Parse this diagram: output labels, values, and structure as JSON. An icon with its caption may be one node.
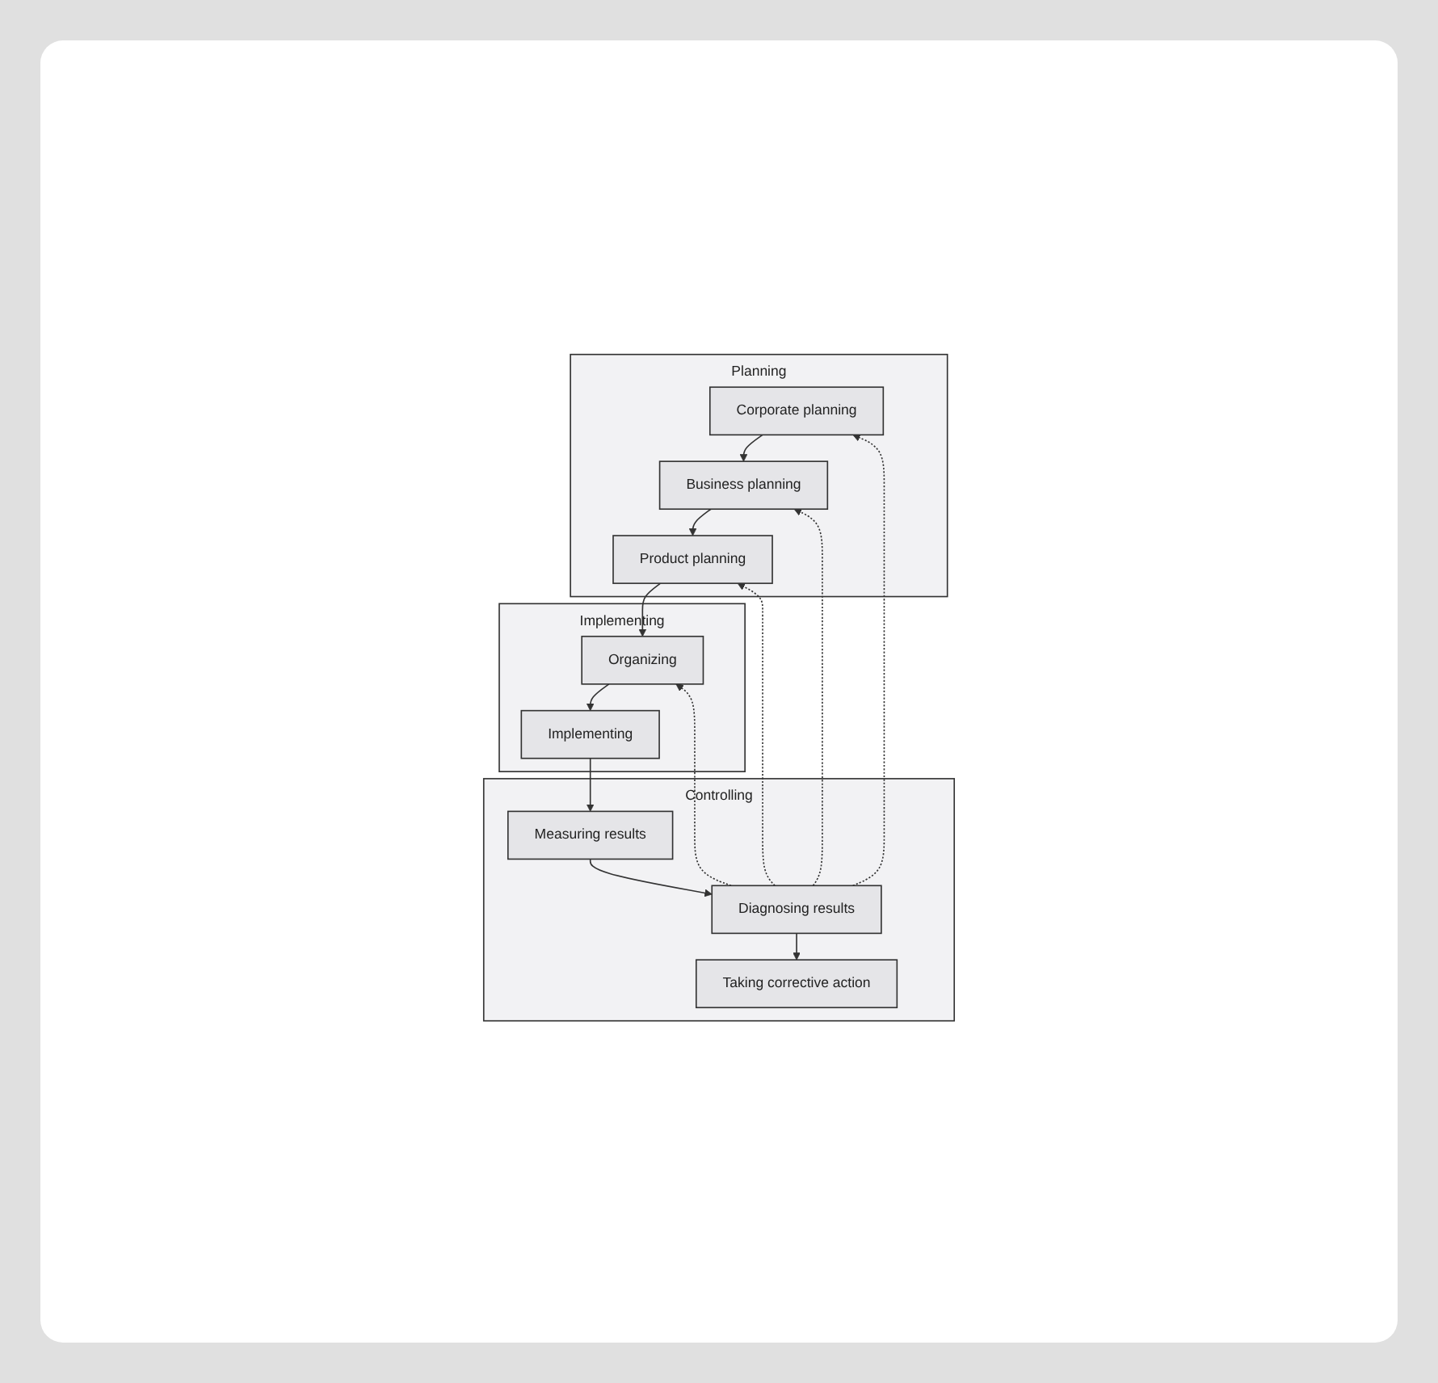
{
  "diagram": {
    "nodes": [
      {
        "text": [
          "Planning"
        ]
      },
      {
        "text": [
          "Corporate planning"
        ],
        "in": 0
      },
      {
        "text": [
          "Business planning"
        ],
        "in": 0
      },
      {
        "text": [
          "Product planning"
        ],
        "in": 0
      },
      {
        "text": [
          "Implementing"
        ]
      },
      {
        "text": [
          "Organizing"
        ],
        "in": 4
      },
      {
        "text": [
          "Implementing"
        ],
        "in": 4
      },
      {
        "text": [
          "Controlling"
        ]
      },
      {
        "text": [
          "Measuring results"
        ],
        "in": 7
      },
      {
        "text": [
          "Diagnosing results"
        ],
        "in": 7
      },
      {
        "text": [
          "Taking corrective action"
        ],
        "in": 7
      }
    ],
    "edges": [
      {
        "from": 1,
        "to": 2,
        "arrow": "to"
      },
      {
        "from": 2,
        "to": 3,
        "arrow": "to"
      },
      {
        "from": 3,
        "to": 5,
        "arrow": "to"
      },
      {
        "from": 5,
        "to": 6,
        "arrow": "to"
      },
      {
        "from": 6,
        "to": 8,
        "arrow": "to"
      },
      {
        "from": 8,
        "to": 9,
        "arrow": "to"
      },
      {
        "from": 9,
        "to": 10,
        "arrow": "to"
      },
      {
        "from": 9,
        "to": 1,
        "arrow": "to",
        "style": "dashed"
      },
      {
        "from": 9,
        "to": 2,
        "arrow": "to",
        "style": "dashed"
      },
      {
        "from": 9,
        "to": 3,
        "arrow": "to",
        "style": "dashed"
      },
      {
        "from": 9,
        "to": 5,
        "arrow": "to",
        "style": "dashed"
      }
    ]
  }
}
